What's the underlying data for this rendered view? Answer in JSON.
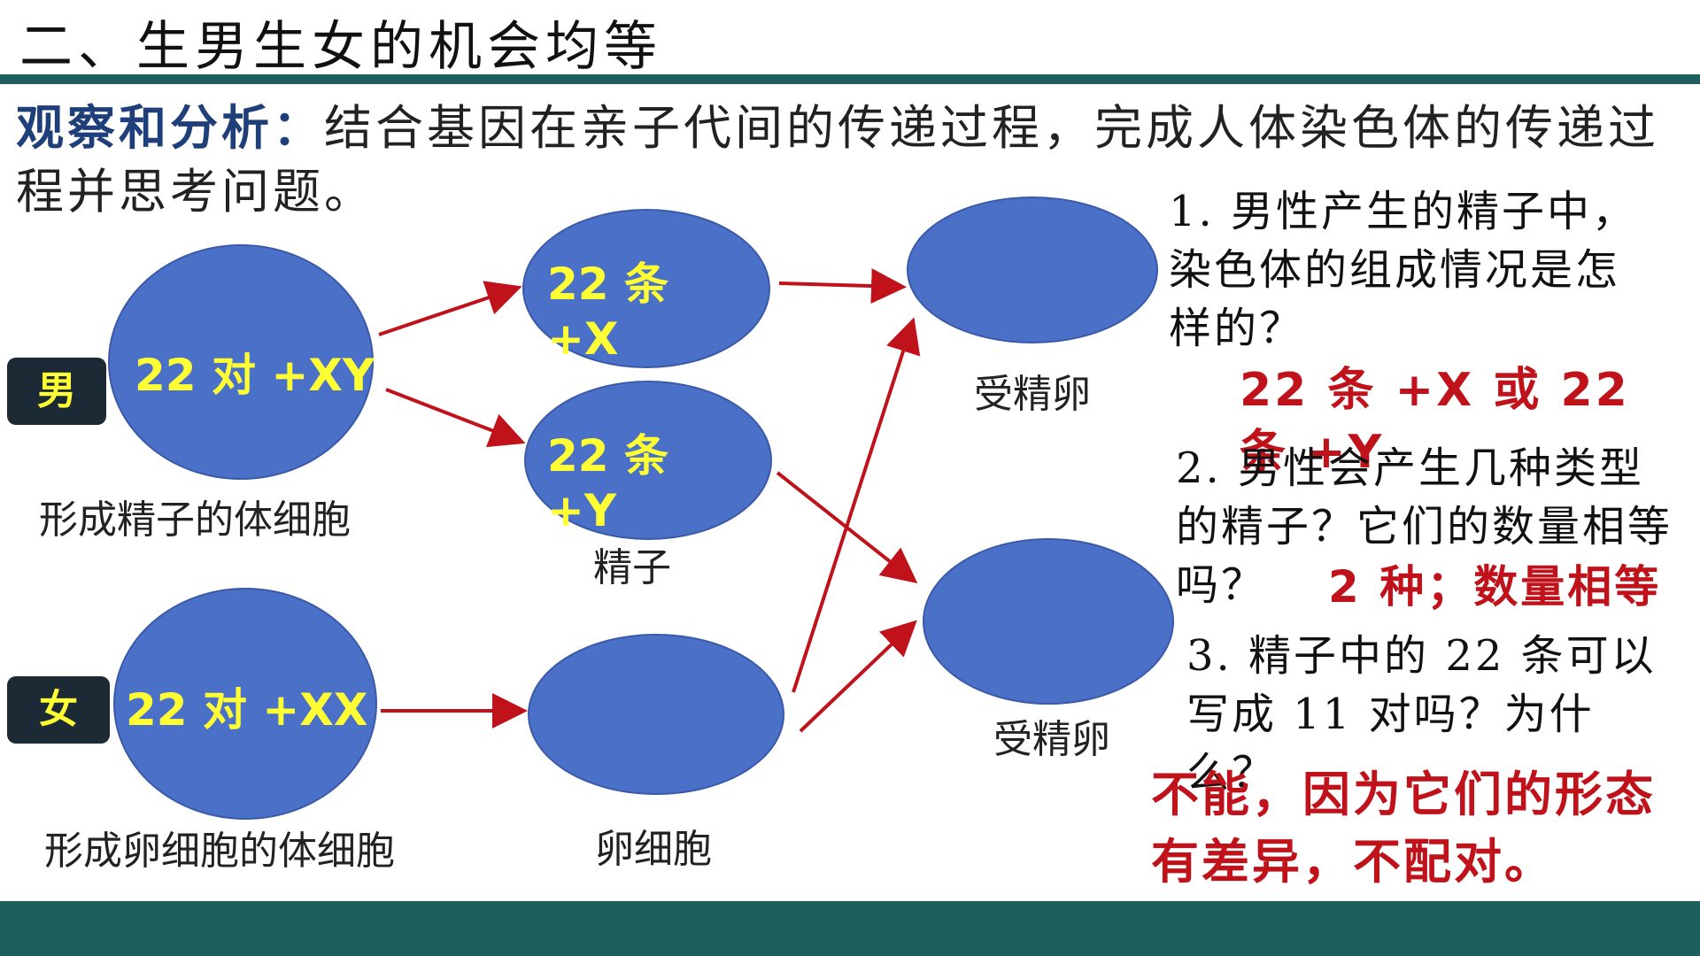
{
  "title": "二、生男生女的机会均等",
  "intro": {
    "lead": "观察和分析：",
    "text": "结合基因在亲子代间的传递过程，完成人体染色体的传递过程并思考问题。"
  },
  "male": {
    "badge": "男",
    "cell_label": "22 对 +XY",
    "caption": "形成精子的体细胞"
  },
  "female": {
    "badge": "女",
    "cell_label": "22 对 +XX",
    "caption": "形成卵细胞的体细胞"
  },
  "sperm": {
    "top_label": "22 条 +X",
    "bottom_label": "22 条 +Y",
    "caption": "精子"
  },
  "egg": {
    "caption": "卵细胞"
  },
  "zygote": {
    "top_caption": "受精卵",
    "bottom_caption": "受精卵"
  },
  "questions": {
    "q1": "1. 男性产生的精子中，染色体的组成情况是怎样的？",
    "a1": "22 条 +X 或 22 条 +Y",
    "q2": "2. 男性会产生几种类型的精子？它们的数量相等吗？",
    "a2": "2 种；数量相等",
    "q3": "3. 精子中的 22 条可以写成 11 对吗？为什么？",
    "a3": "不能，因为它们的形态有差异，不配对。"
  },
  "colors": {
    "cell": "#4a70c8",
    "label": "#ffff33",
    "arrow": "#c0121a",
    "band": "#1f5f5b",
    "answer": "#c0121a"
  }
}
